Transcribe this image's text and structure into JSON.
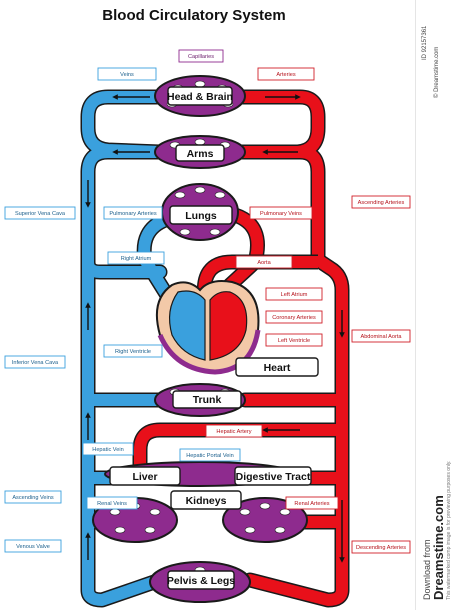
{
  "title": "Blood Circulatory System",
  "organs": {
    "head_brain": "Head & Brain",
    "arms": "Arms",
    "lungs": "Lungs",
    "heart": "Heart",
    "trunk": "Trunk",
    "liver": "Liver",
    "digestive_tract": "Digestive Tract",
    "kidneys": "Kidneys",
    "pelvis_legs": "Pelvis & Legs"
  },
  "labels": {
    "capillaries": "Capillaries",
    "veins": "Veins",
    "arteries": "Arteries",
    "superior_vena_cava": "Superior Vena Cava",
    "pulmonary_arteries": "Pulmonary Arteries",
    "pulmonary_veins": "Pulmonary Veins",
    "ascending_arteries": "Ascending Arteries",
    "right_atrium": "Right Atrium",
    "aorta": "Aorta",
    "left_atrium": "Left Atrium",
    "coronary_arteries": "Coronary Arteries",
    "left_ventricle": "Left Ventricle",
    "abdominal_aorta": "Abdominal Aorta",
    "inferior_vena_cava": "Inferior Vena Cava",
    "right_ventricle": "Right Ventricle",
    "hepatic_artery": "Hepatic Artery",
    "hepatic_vein": "Hepatic Vein",
    "hepatic_portal_vein": "Hepatic Portal Vein",
    "ascending_veins": "Ascending Veins",
    "renal_veins": "Renal Veins",
    "renal_arteries": "Renal Arteries",
    "venous_valve": "Venous Valve",
    "descending_arteries": "Descending Arteries"
  },
  "sidebar": {
    "id_label": "ID",
    "id_value": "92157361",
    "copyright": "© Dreamstime.com",
    "download_from": "Download from",
    "brand": "Dreamstime.com",
    "disclaimer": "This watermarked comp image is for previewing purposes only."
  },
  "colors": {
    "venous_blue": "#3aa0dd",
    "arterial_red": "#e8101a",
    "capillary_purple": "#8e2b8e",
    "label_border_blue": "#3aa0dd",
    "label_border_red": "#d0202a",
    "label_border_purple": "#8e2b8e"
  }
}
